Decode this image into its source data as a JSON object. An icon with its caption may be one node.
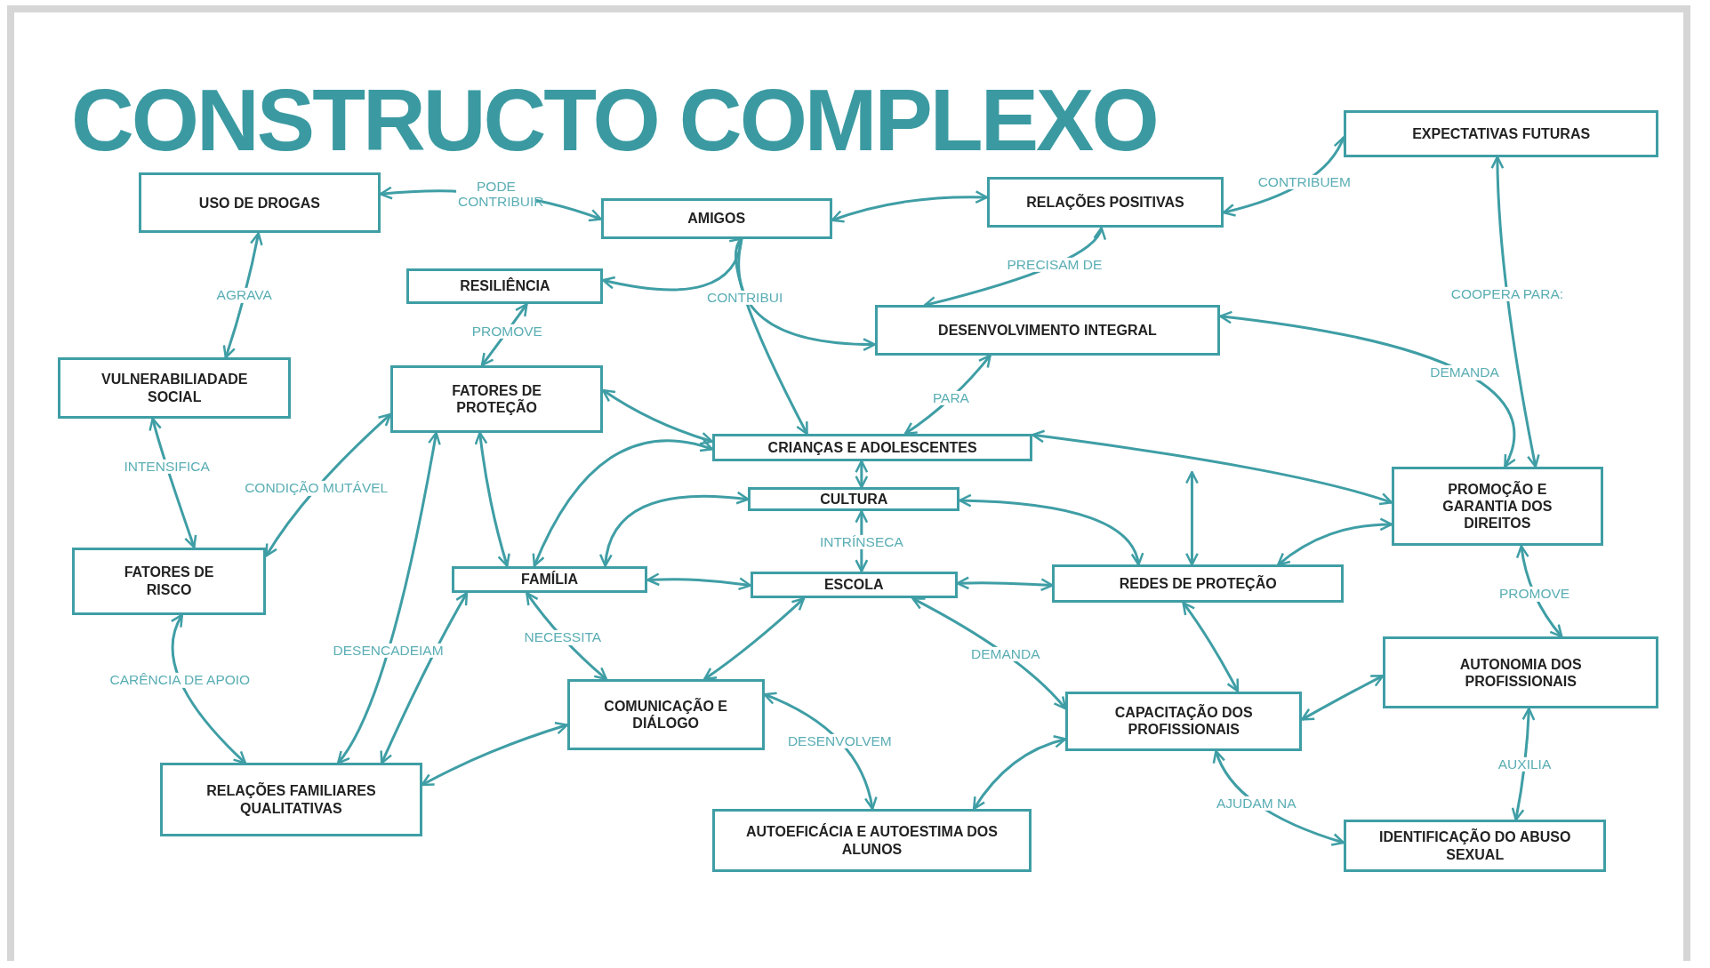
{
  "diagram": {
    "title": "CONSTRUCTO COMPLEXO",
    "nodes": [
      {
        "text": [
          "USO DE DROGAS"
        ]
      },
      {
        "text": [
          "AMIGOS"
        ]
      },
      {
        "text": [
          "RELAÇÕES POSITIVAS"
        ]
      },
      {
        "text": [
          "EXPECTATIVAS FUTURAS"
        ]
      },
      {
        "text": [
          "RESILIÊNCIA"
        ]
      },
      {
        "text": [
          "DESENVOLVIMENTO INTEGRAL"
        ]
      },
      {
        "text": [
          "VULNERABILIADADE SOCIAL"
        ]
      },
      {
        "text": [
          "FATORES DE PROTEÇÃO"
        ]
      },
      {
        "text": [
          "CRIANÇAS E ADOLESCENTES"
        ]
      },
      {
        "text": [
          "PROMOÇÃO E GARANTIA DOS DIREITOS"
        ]
      },
      {
        "text": [
          "CULTURA"
        ]
      },
      {
        "text": [
          "FATORES DE RISCO"
        ]
      },
      {
        "text": [
          "FAMÍLIA"
        ]
      },
      {
        "text": [
          "ESCOLA"
        ]
      },
      {
        "text": [
          "REDES DE PROTEÇÃO"
        ]
      },
      {
        "text": [
          "AUTONOMIA DOS PROFISSIONAIS"
        ]
      },
      {
        "text": [
          "COMUNICAÇÃO E DIÁLOGO"
        ]
      },
      {
        "text": [
          "CAPACITAÇÃO DOS PROFISSIONAIS"
        ]
      },
      {
        "text": [
          "RELAÇÕES FAMILIARES QUALITATIVAS"
        ]
      },
      {
        "text": [
          "AUTOEFICÁCIA E AUTOESTIMA DOS ALUNOS"
        ]
      },
      {
        "text": [
          "IDENTIFICAÇÃO DO ABUSO SEXUAL"
        ]
      }
    ],
    "edges": [
      {
        "from": 1,
        "to": 0,
        "arrow": "both",
        "label": "PODE CONTRIBUIR"
      },
      {
        "from": 1,
        "to": 2,
        "arrow": "both"
      },
      {
        "from": 2,
        "to": 3,
        "arrow": "both",
        "label": "CONTRIBUEM"
      },
      {
        "from": 2,
        "to": 5,
        "arrow": "both",
        "label": "PRECISAM DE"
      },
      {
        "from": 0,
        "to": 6,
        "arrow": "both",
        "label": "AGRAVA"
      },
      {
        "from": 1,
        "to": 8,
        "arrow": "both",
        "label": "CONTRIBUI"
      },
      {
        "from": 1,
        "to": 4,
        "arrow": "to"
      },
      {
        "from": 1,
        "to": 5,
        "arrow": "to"
      },
      {
        "from": 4,
        "to": 7,
        "arrow": "both",
        "label": "PROMOVE"
      },
      {
        "from": 5,
        "to": 8,
        "arrow": "both",
        "label": "PARA"
      },
      {
        "from": 5,
        "to": 9,
        "arrow": "both",
        "label": "DEMANDA"
      },
      {
        "from": 3,
        "to": 9,
        "arrow": "both",
        "label": "COOPERA PARA:"
      },
      {
        "from": 6,
        "to": 11,
        "arrow": "both",
        "label": "INTENSIFICA"
      },
      {
        "from": 7,
        "to": 11,
        "arrow": "both",
        "label": "CONDIÇÃO MUTÁVEL"
      },
      {
        "from": 7,
        "to": 8,
        "arrow": "both"
      },
      {
        "from": 7,
        "to": 12,
        "arrow": "both"
      },
      {
        "from": 18,
        "to": 7,
        "arrow": "both",
        "label": "DESENCADEIAM"
      },
      {
        "from": 18,
        "to": 12,
        "arrow": "both"
      },
      {
        "from": 11,
        "to": 18,
        "arrow": "both",
        "label": "CARÊNCIA DE APOIO"
      },
      {
        "from": 12,
        "to": 8,
        "arrow": "both"
      },
      {
        "from": 12,
        "to": 10,
        "arrow": "both"
      },
      {
        "from": 12,
        "to": 13,
        "arrow": "both"
      },
      {
        "from": 12,
        "to": 16,
        "arrow": "both",
        "label": "NECESSITA"
      },
      {
        "from": 18,
        "to": 16,
        "arrow": "both"
      },
      {
        "from": 8,
        "to": 10,
        "arrow": "both"
      },
      {
        "from": 10,
        "to": 13,
        "arrow": "both",
        "label": "INTRÍNSECA"
      },
      {
        "from": 10,
        "to": 14,
        "arrow": "both"
      },
      {
        "from": 8,
        "to": 9,
        "arrow": "both"
      },
      {
        "from": 13,
        "to": 14,
        "arrow": "both"
      },
      {
        "from": 13,
        "to": 16,
        "arrow": "both"
      },
      {
        "from": 13,
        "to": 17,
        "arrow": "both",
        "label": "DEMANDA"
      },
      {
        "from": 14,
        "to": 9,
        "arrow": "both"
      },
      {
        "from": 14,
        "to": null,
        "arrow": "both"
      },
      {
        "from": 14,
        "to": 17,
        "arrow": "both"
      },
      {
        "from": 16,
        "to": 19,
        "arrow": "both",
        "label": "DESENVOLVEM"
      },
      {
        "from": 19,
        "to": 17,
        "arrow": "both"
      },
      {
        "from": 17,
        "to": 15,
        "arrow": "both"
      },
      {
        "from": 17,
        "to": 20,
        "arrow": "both",
        "label": "AJUDAM NA"
      },
      {
        "from": 9,
        "to": 15,
        "arrow": "both",
        "label": "PROMOVE"
      },
      {
        "from": 15,
        "to": 20,
        "arrow": "both",
        "label": "AUXILIA"
      }
    ]
  }
}
